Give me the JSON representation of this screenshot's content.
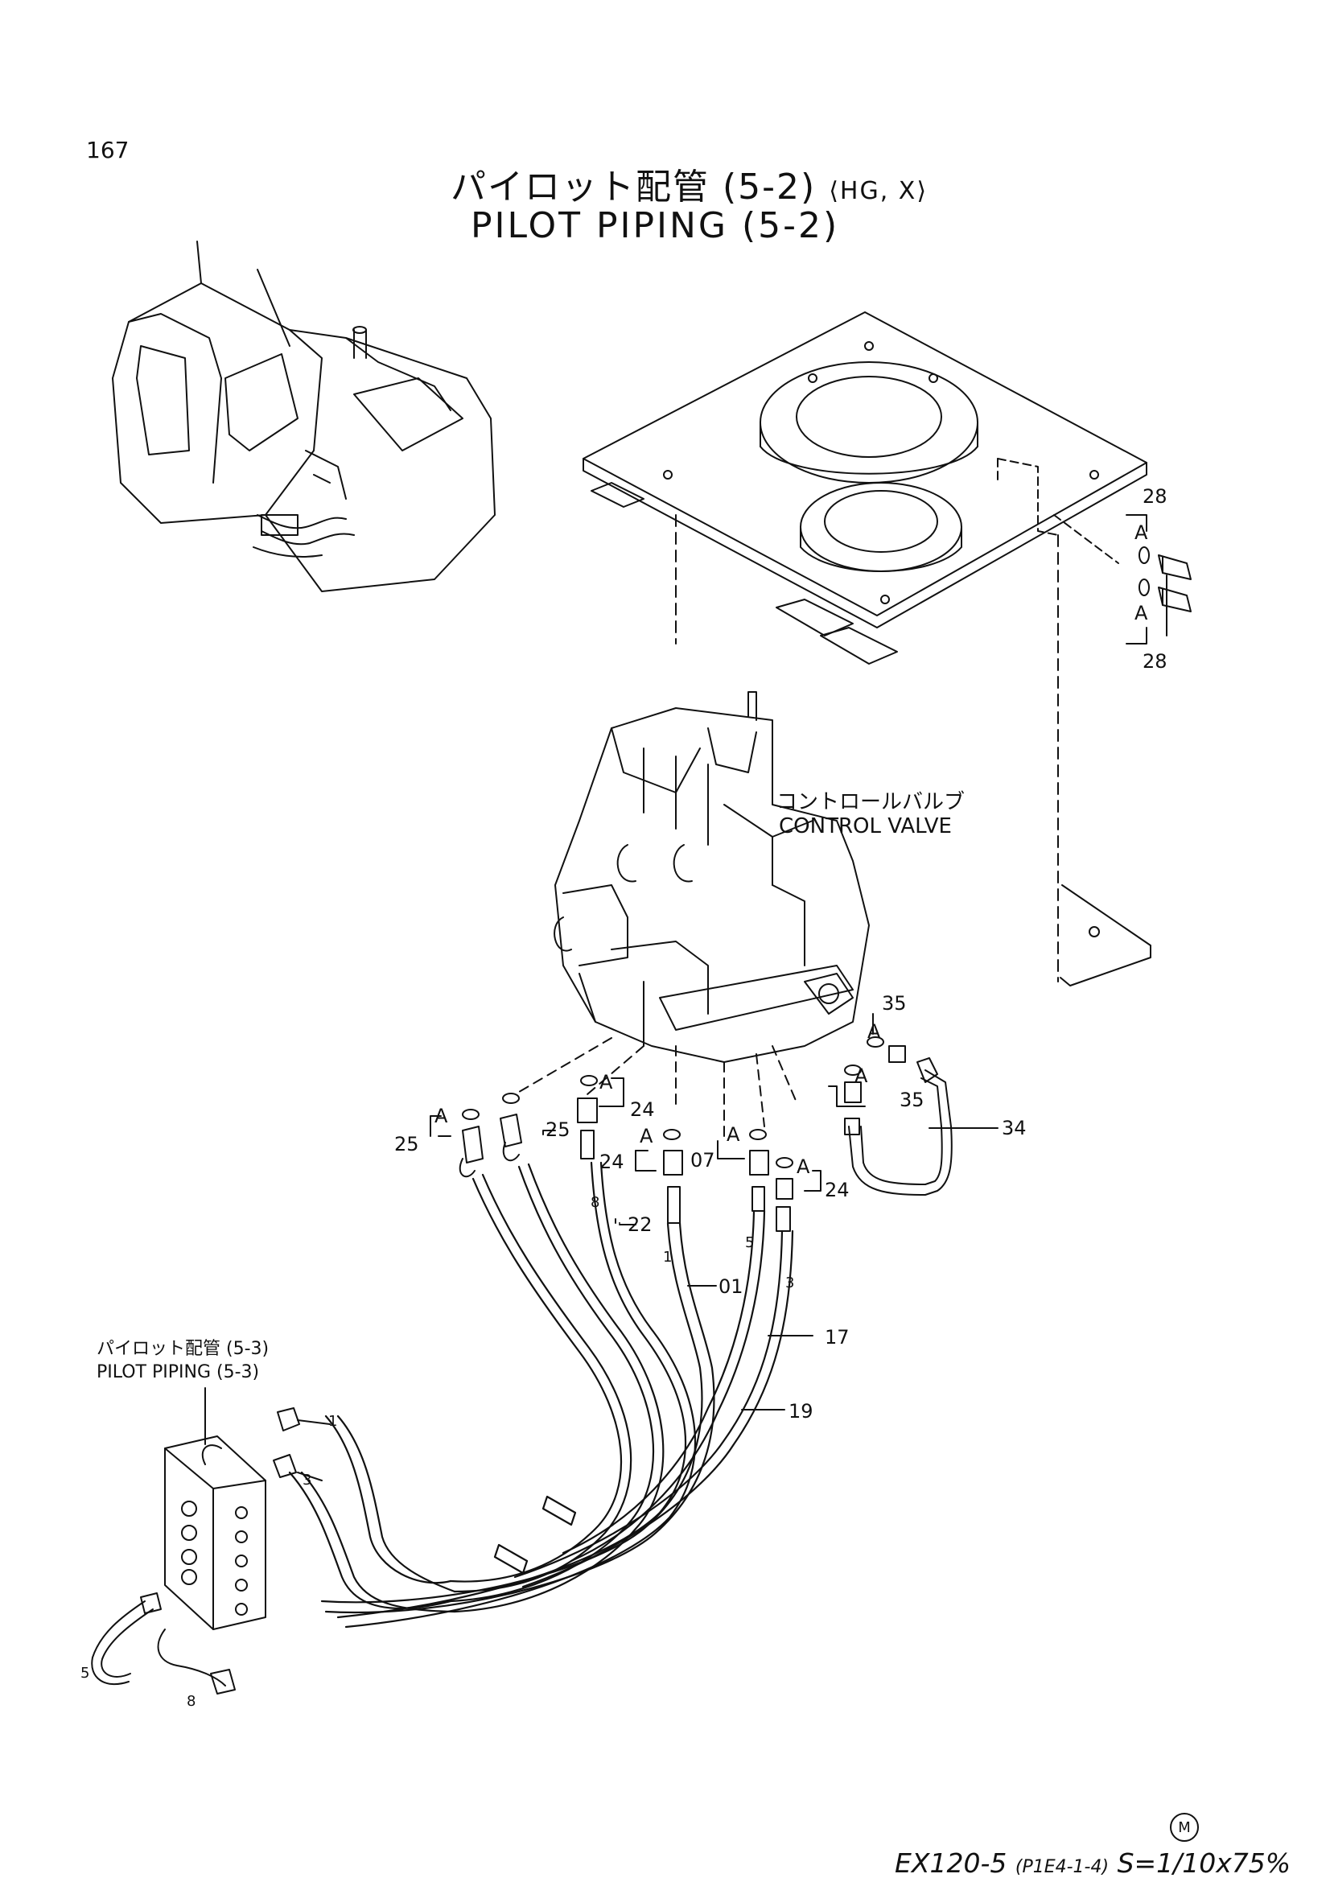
{
  "page_number": "167",
  "title_jp": "パイロット配管 (5-2)",
  "title_variant": "⟨HG, X⟩",
  "title_en": "PILOT PIPING (5-2)",
  "control_valve_jp": "コントロールバルブ",
  "control_valve_en": "CONTROL VALVE",
  "ref_jp": "パイロット配管 (5-3)",
  "ref_en": "PILOT PIPING (5-3)",
  "mark": "M",
  "footer_model": "EX120-5",
  "footer_code": "(P1E4-1-4)",
  "footer_scale": "S=1/10x75%",
  "callouts": {
    "c28a": "28",
    "c28b": "28",
    "c35a": "35",
    "c35b": "35",
    "c34": "34",
    "c25a": "25",
    "c25b": "25",
    "c24a": "24",
    "c24b": "24",
    "c24c": "24",
    "c07": "07",
    "c22": "22",
    "c01": "01",
    "c17": "17",
    "c19": "19"
  },
  "letter_A": "A",
  "port_labels": {
    "p8": "8",
    "p1": "1",
    "p5": "5",
    "p3": "3",
    "q1": "1",
    "q3": "3",
    "q5": "5",
    "q8": "8"
  }
}
